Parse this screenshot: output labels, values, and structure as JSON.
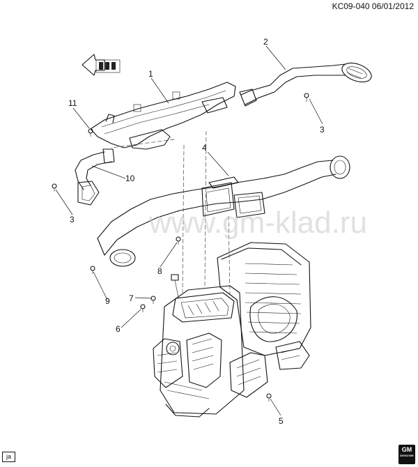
{
  "header": {
    "doc_id": "KC09-040 06/01/2012"
  },
  "watermark": "www.gm-klad.ru",
  "corner_badge": "ja",
  "logo": {
    "text": "GM",
    "subtext": "GENUINE"
  },
  "callouts": [
    {
      "id": "1",
      "label": "1"
    },
    {
      "id": "2",
      "label": "2"
    },
    {
      "id": "3a",
      "label": "3"
    },
    {
      "id": "3b",
      "label": "3"
    },
    {
      "id": "4",
      "label": "4"
    },
    {
      "id": "5",
      "label": "5"
    },
    {
      "id": "6",
      "label": "6"
    },
    {
      "id": "7",
      "label": "7"
    },
    {
      "id": "8",
      "label": "8"
    },
    {
      "id": "9",
      "label": "9"
    },
    {
      "id": "10",
      "label": "10"
    },
    {
      "id": "11",
      "label": "11"
    }
  ],
  "icons": {
    "front": "front-direction-arrow-icon",
    "logo": "gm-logo-icon"
  }
}
